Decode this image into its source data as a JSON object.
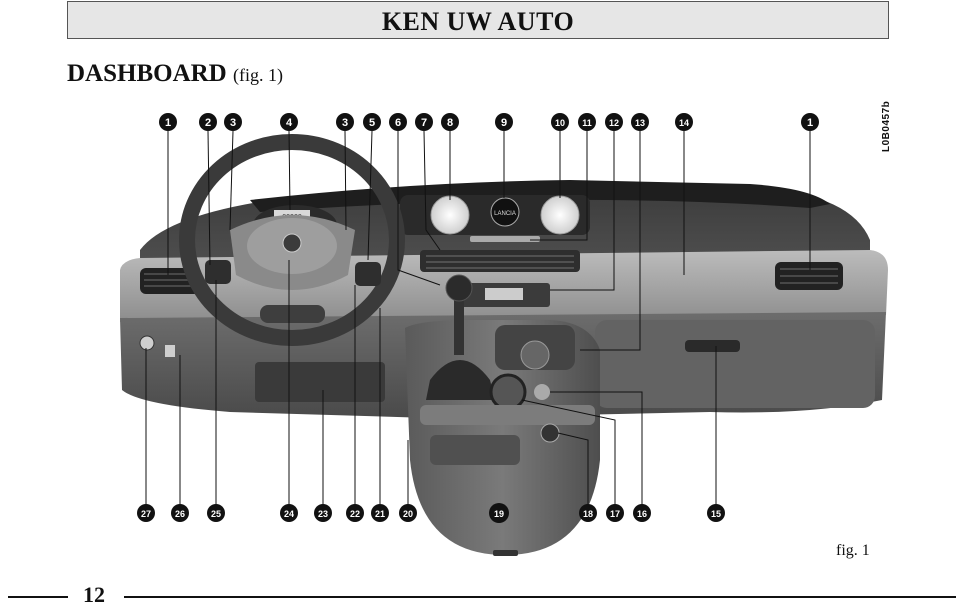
{
  "header": {
    "title": "KEN UW AUTO"
  },
  "section": {
    "title": "DASHBOARD",
    "subtitle": "(fig. 1)"
  },
  "figure": {
    "code": "L0B0457b",
    "caption": "fig. 1",
    "display_reading": "00000",
    "brand_badge": "LANCIA",
    "top_callouts": [
      "1",
      "2",
      "3",
      "4",
      "3",
      "5",
      "6",
      "7",
      "8",
      "9",
      "10",
      "11",
      "12",
      "13",
      "14",
      "1"
    ],
    "bottom_callouts": [
      "27",
      "26",
      "25",
      "24",
      "23",
      "22",
      "21",
      "20",
      "19",
      "18",
      "17",
      "16",
      "15"
    ]
  },
  "footer": {
    "page_number": "12"
  }
}
